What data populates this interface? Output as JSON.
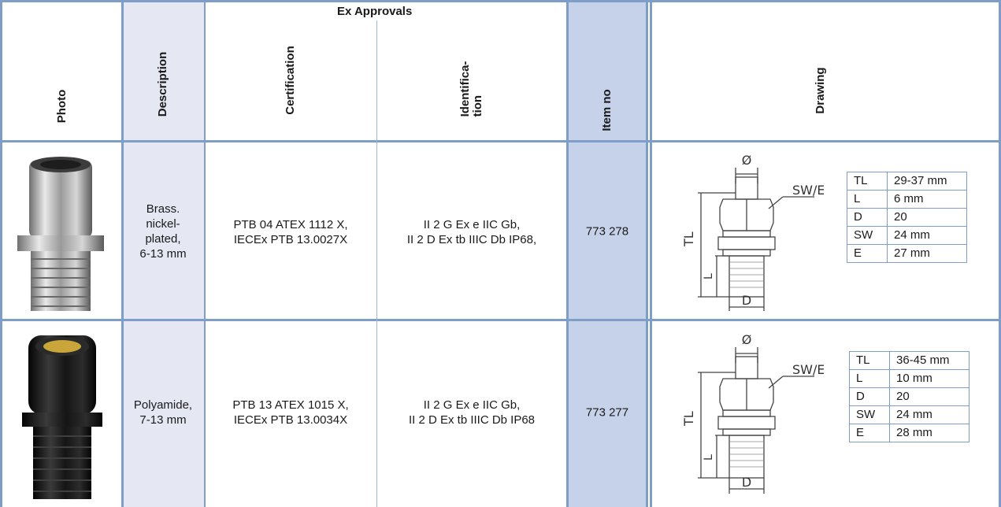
{
  "header": {
    "group_title": "Ex Approvals",
    "photo": "Photo",
    "description": "Description",
    "certification": "Certification",
    "identification_line1": "Identifica-",
    "identification_line2": "tion",
    "item_no": "Item no",
    "drawing": "Drawing"
  },
  "rows": [
    {
      "description": [
        "Brass.",
        "nickel-",
        "plated,",
        "6-13 mm"
      ],
      "certification": [
        "PTB 04 ATEX 1112 X,",
        "IECEx PTB 13.0027X"
      ],
      "identification": [
        "II 2 G Ex e IIC Gb,",
        "II 2 D Ex tb IIIC Db IP68,"
      ],
      "item_no": "773 278",
      "drawing_labels": {
        "diameter": "Ø",
        "swe": "SW/E",
        "tl": "TL",
        "l": "L",
        "d": "D"
      },
      "specs": [
        {
          "k": "TL",
          "v": "29-37 mm"
        },
        {
          "k": "L",
          "v": "6 mm"
        },
        {
          "k": "D",
          "v": "20"
        },
        {
          "k": "SW",
          "v": "24 mm"
        },
        {
          "k": "E",
          "v": "27 mm"
        }
      ]
    },
    {
      "description": [
        "Polyamide,",
        "7-13 mm"
      ],
      "certification": [
        "PTB 13 ATEX 1015 X,",
        "IECEx PTB 13.0034X"
      ],
      "identification": [
        "II 2 G Ex e IIC Gb,",
        "II 2 D Ex tb IIIC Db IP68"
      ],
      "item_no": "773 277",
      "drawing_labels": {
        "diameter": "Ø",
        "swe": "SW/E",
        "tl": "TL",
        "l": "L",
        "d": "D"
      },
      "specs": [
        {
          "k": "TL",
          "v": "36-45 mm"
        },
        {
          "k": "L",
          "v": "10 mm"
        },
        {
          "k": "D",
          "v": "20"
        },
        {
          "k": "SW",
          "v": "24 mm"
        },
        {
          "k": "E",
          "v": "28 mm"
        }
      ]
    }
  ],
  "colors": {
    "grid": "#7e9ec8",
    "description_column": "#e5e8f3",
    "item_column": "#c6d2e9"
  }
}
